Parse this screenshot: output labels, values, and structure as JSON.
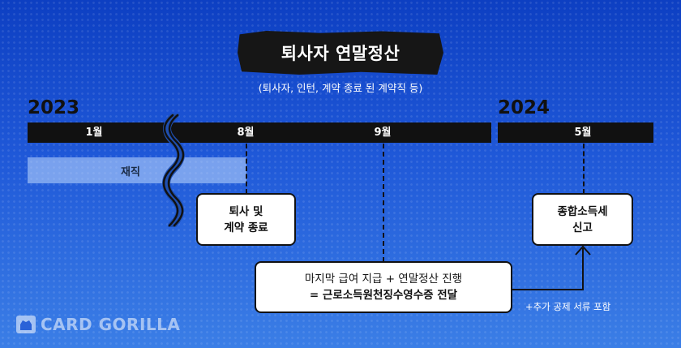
{
  "title": "퇴사자 연말정산",
  "subtitle": "(퇴사자, 인턴, 계약 종료 된 계약직 등)",
  "timeline": {
    "year_left": "2023",
    "year_right": "2024",
    "months_left": [
      "1월",
      "8월",
      "9월"
    ],
    "months_right": [
      "5월"
    ],
    "employed_label": "재직"
  },
  "boxes": {
    "resign_line1": "퇴사 및",
    "resign_line2": "계약 종료",
    "settle_line1": "마지막 급여 지급 + 연말정산 진행",
    "settle_line2": "= 근로소득원천징수영수증 전달",
    "tax_line1": "종합소득세",
    "tax_line2": "신고"
  },
  "note": "+추가 공제 서류 포함",
  "logo": "CARD GORILLA",
  "colors": {
    "bar": "#111111",
    "employed_band": "#c3dcff",
    "background_top": "#0d3fc2",
    "background_bottom": "#3b7ee6"
  }
}
